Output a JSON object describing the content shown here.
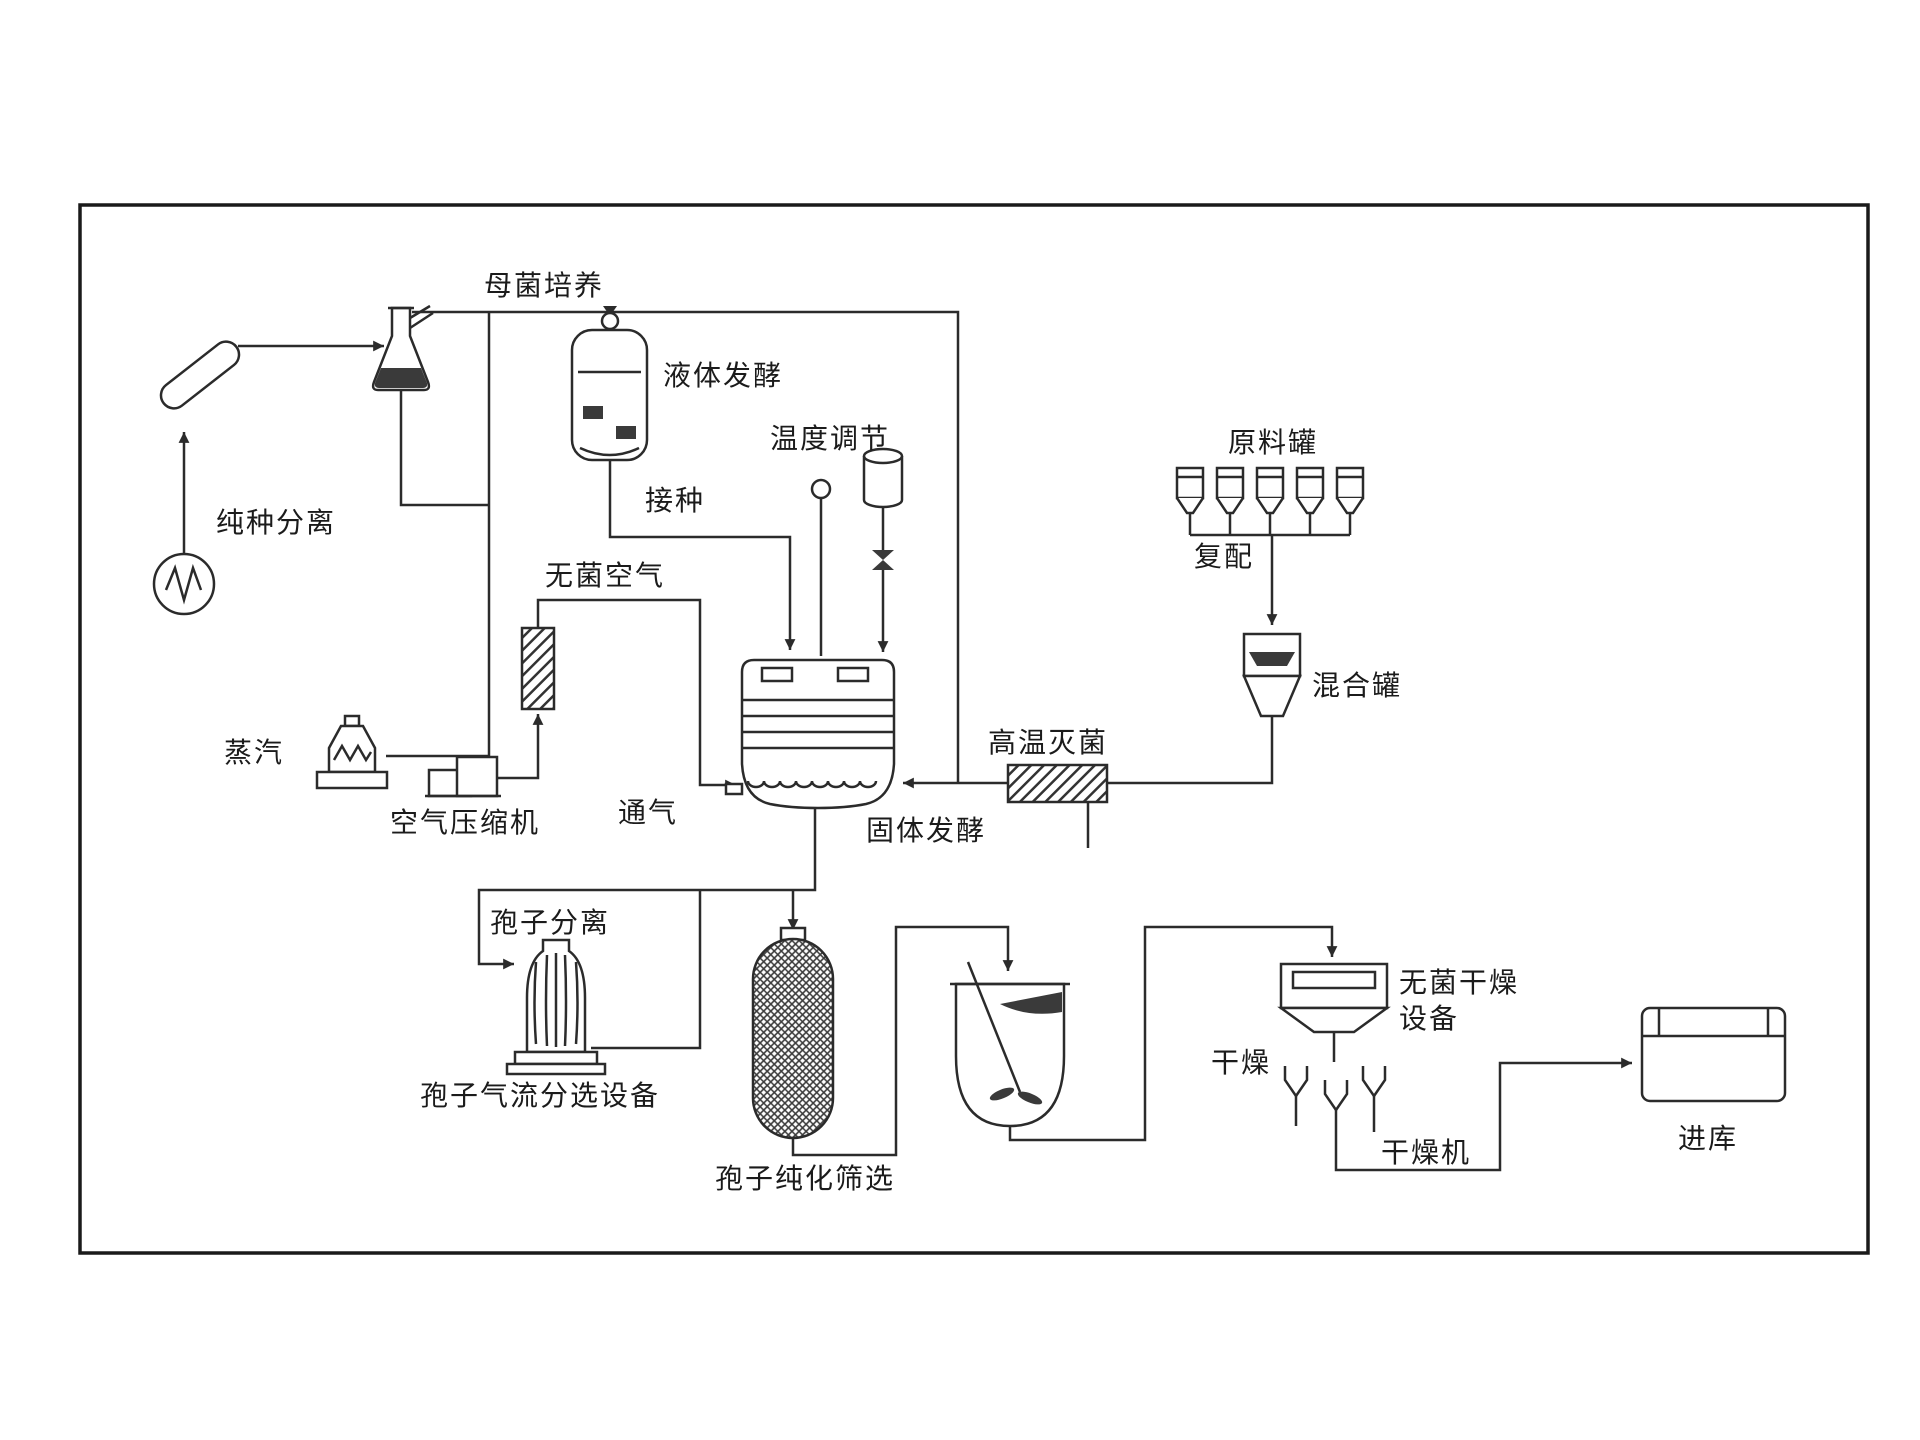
{
  "page": {
    "background": "#ffffff",
    "border_color": "#1a1a1a"
  },
  "diagram": {
    "type": "process-flow",
    "line_color": "#2b2b2b",
    "labels": {
      "mujun_peiyang": "母菌培养",
      "chunzhong_fenli": "纯种分离",
      "yeti_fajiao": "液体发酵",
      "jiezhong": "接种",
      "wendu_tiaojie": "温度调节",
      "wujun_kongqi": "无菌空气",
      "zhengqi": "蒸汽",
      "kongqi_yasuoji": "空气压缩机",
      "tongqi": "通气",
      "guti_fajiao": "固体发酵",
      "gaowen_miejun": "高温灭菌",
      "yuanliao_guan": "原料罐",
      "fupei": "复配",
      "hunhe_guan": "混合罐",
      "baozi_fenli": "孢子分离",
      "baozi_qiliu_shebei": "孢子气流分选设备",
      "baozi_chunhua": "孢子纯化筛选",
      "wujun_ganzao_1": "无菌干燥",
      "wujun_ganzao_2": "设备",
      "ganzao": "干燥",
      "ganzao_ji": "干燥机",
      "jinku": "进库"
    }
  }
}
